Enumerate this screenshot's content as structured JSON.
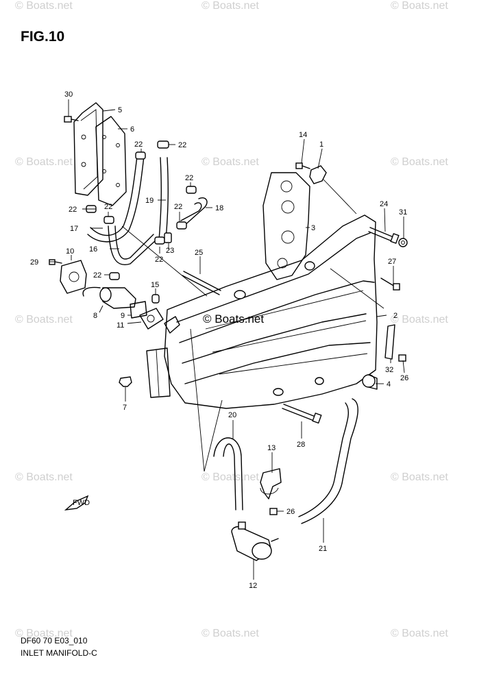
{
  "figure": {
    "title": "FIG.10"
  },
  "footer": {
    "code": "DF60 70 E03_010",
    "name": "INLET MANIFOLD-C"
  },
  "watermark": {
    "text": "© Boats.net"
  },
  "fwd_label": "FWD",
  "callouts": [
    "30",
    "5",
    "6",
    "22",
    "22",
    "22",
    "22",
    "22",
    "22",
    "22",
    "22",
    "19",
    "18",
    "17",
    "16",
    "23",
    "10",
    "29",
    "8",
    "9",
    "11",
    "15",
    "25",
    "14",
    "1",
    "3",
    "24",
    "31",
    "27",
    "2",
    "32",
    "26",
    "4",
    "7",
    "20",
    "28",
    "13",
    "26",
    "21",
    "12"
  ]
}
